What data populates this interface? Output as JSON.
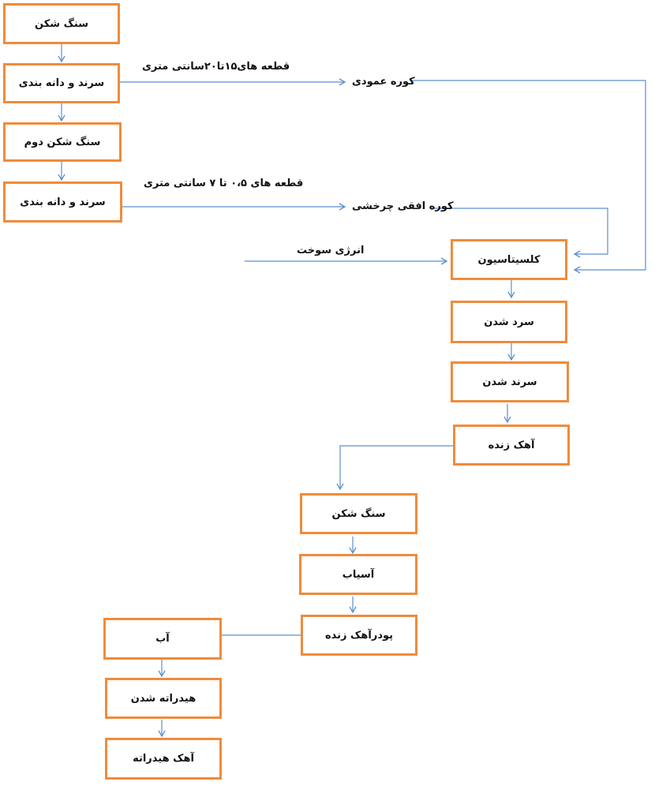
{
  "boxes": {
    "b1": "سنگ شکن",
    "b2": "سرند و دانه بندی",
    "b3": "سنگ شکن دوم",
    "b4": "سرند و دانه بندی",
    "b5": "کلسیتاسیون",
    "b6": "سرد شدن",
    "b7": "سرند شدن",
    "b8": "آهک زنده",
    "b9": "سنگ شکن",
    "b10": "آسیاب",
    "b11": "پودرآهک زنده",
    "b12": "آب",
    "b13": "هیدراته شدن",
    "b14": "آهک هیدراته"
  },
  "labels": {
    "size1": "قطعه های۱۵تا۲۰سانتی متری",
    "kiln1": "کوره عمودی",
    "size2": "قطعه های ۰،۵ تا ۷ سانتی متری",
    "kiln2": "کوره افقی چرخشی",
    "energy": "انرژی سوخت"
  },
  "colors": {
    "box_border": "#f08b3b",
    "arrow": "#5b8fcf"
  }
}
